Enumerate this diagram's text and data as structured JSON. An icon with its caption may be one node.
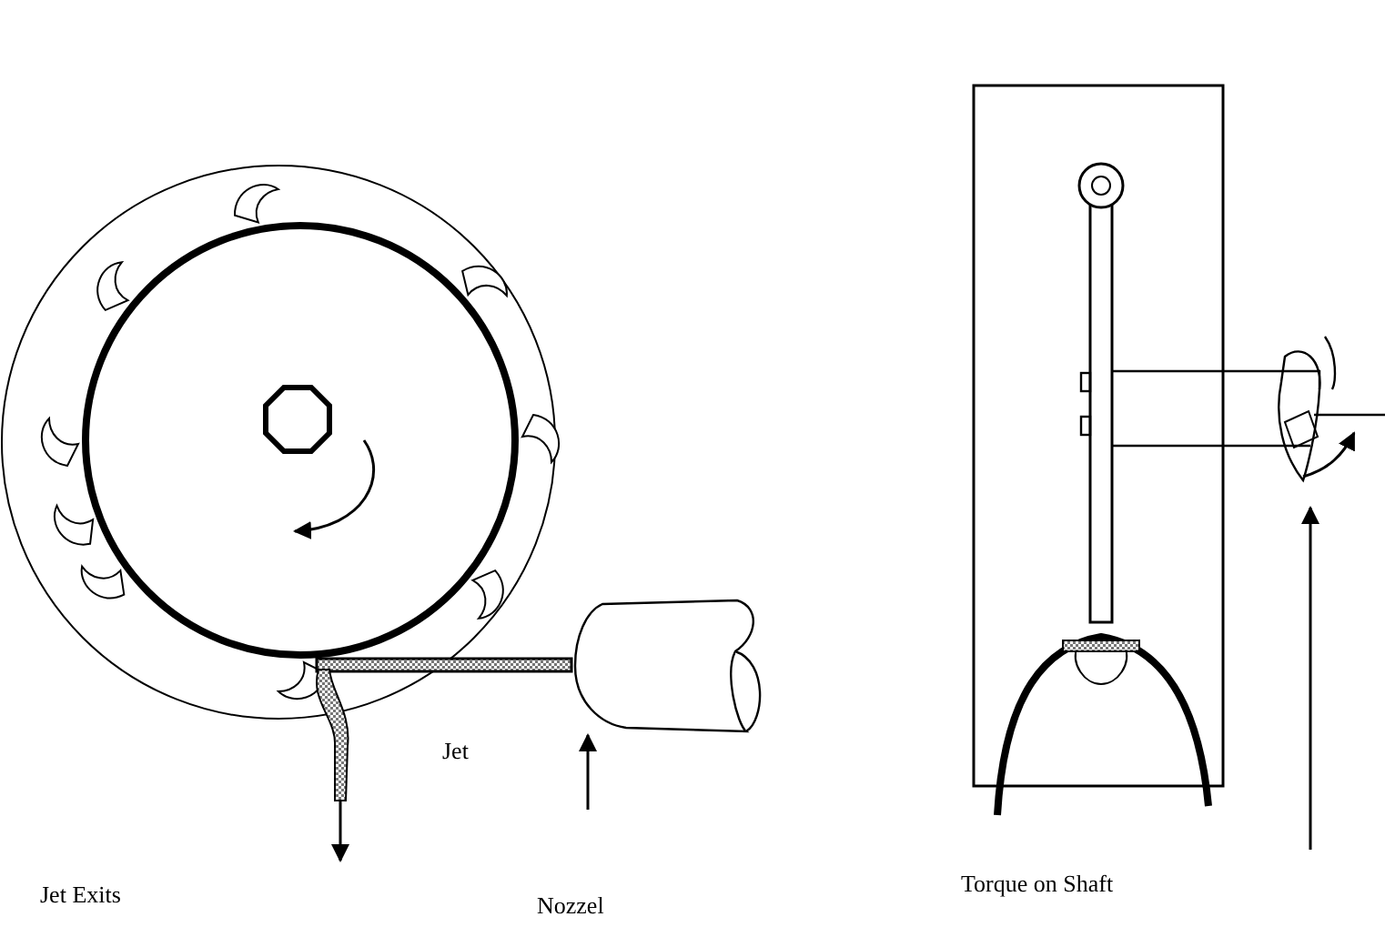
{
  "diagram": {
    "labels": [
      "Jet",
      "Jet Exits",
      "Torque on Shaft",
      "Nozzel"
    ]
  }
}
